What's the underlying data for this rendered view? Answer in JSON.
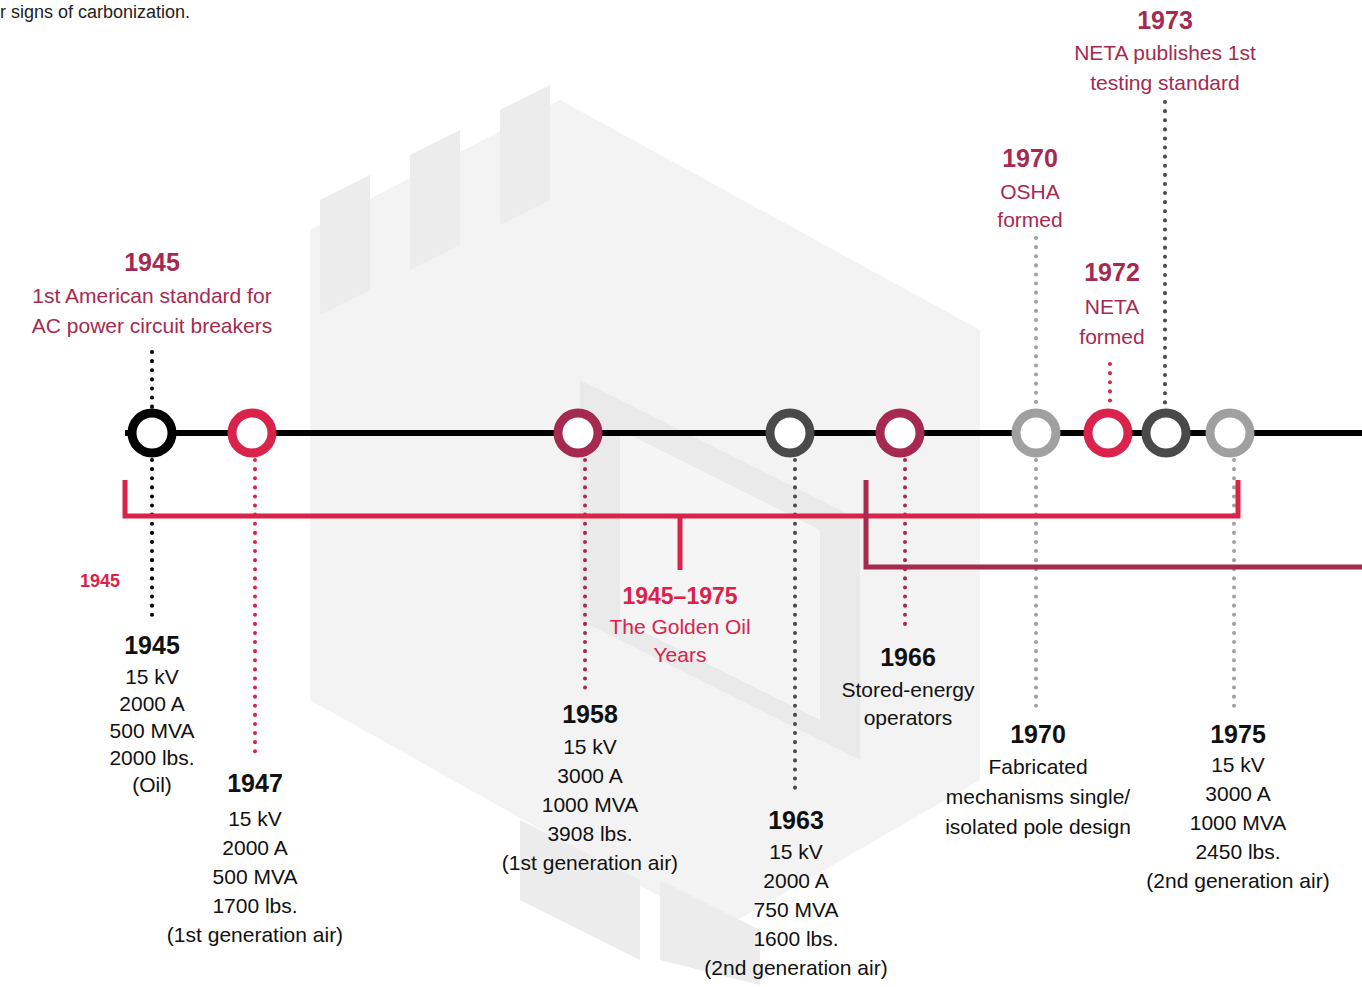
{
  "diagram": {
    "labels": [
      "r signs of carbonization.",
      "1973",
      "NETA publishes 1st testing standard",
      "1970",
      "OSHA formed",
      "1972",
      "NETA formed",
      "1945",
      "1st American standard for AC power circuit breakers",
      "1945",
      "1945–1975",
      "The Golden Oil Years",
      "1945",
      "15 kV",
      "2000 A",
      "500 MVA",
      "2000 lbs.",
      "(Oil)",
      "1947",
      "15 kV",
      "2000 A",
      "500 MVA",
      "1700 lbs.",
      "(1st generation air)",
      "1958",
      "15 kV",
      "3000 A",
      "1000 MVA",
      "3908 lbs.",
      "(1st generation air)",
      "1963",
      "15 kV",
      "2000 A",
      "750 MVA",
      "1600 lbs.",
      "(2nd generation air)",
      "1966",
      "Stored-energy operators",
      "1970",
      "Fabricated mechanisms single/ isolated pole design",
      "1975",
      "15 kV",
      "3000 A",
      "1000 MVA",
      "2450 lbs.",
      "(2nd generation air)"
    ]
  }
}
